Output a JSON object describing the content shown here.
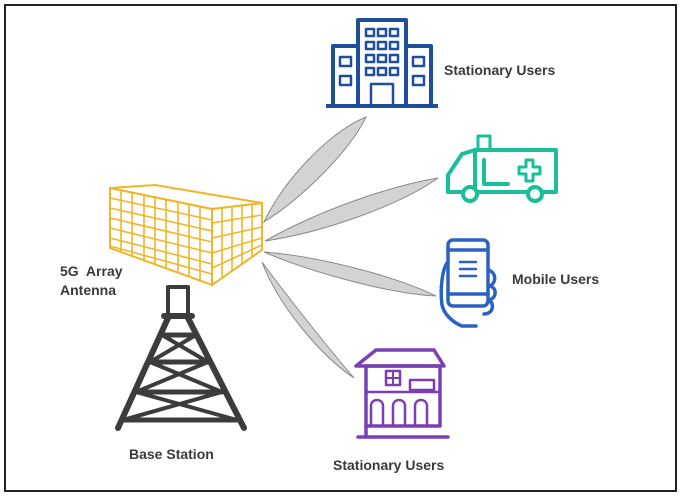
{
  "labels": {
    "stationary_users_top": "Stationary Users",
    "mobile_users": "Mobile Users",
    "stationary_users_bottom": "Stationary Users",
    "base_station": "Base Station",
    "antenna_line1": "5G  Array",
    "antenna_line2": "Antenna"
  },
  "icons": {
    "office_building": "building-icon",
    "ambulance": "ambulance-icon",
    "phone": "smartphone-hand-icon",
    "house": "house-icon",
    "tower": "tower-icon",
    "antenna": "array-antenna-icon"
  },
  "colors": {
    "building": "#1f4e9c",
    "ambulance": "#1abf9a",
    "phone": "#2a62c4",
    "house": "#7b3fb3",
    "tower": "#3c3c3c",
    "antenna": "#f0b629",
    "beam_fill": "#d3d3d3",
    "beam_stroke": "#8a8a8a",
    "label_text": "#3a3a3a",
    "frame": "#222222"
  }
}
